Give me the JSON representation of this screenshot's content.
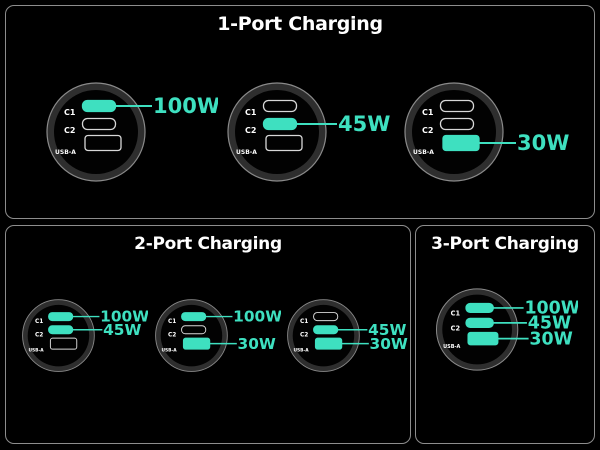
{
  "colors": {
    "accent": "#3ee0c0",
    "panel_border": "#8d8d8d",
    "port_outline": "#d8d8d8"
  },
  "panels": [
    {
      "title": "1-Port Charging",
      "chargers": [
        {
          "ports": [
            {
              "label": "C1",
              "active": true,
              "watt": "100W"
            },
            {
              "label": "C2",
              "active": false,
              "watt": ""
            },
            {
              "label": "USB-A",
              "active": false,
              "watt": ""
            }
          ]
        },
        {
          "ports": [
            {
              "label": "C1",
              "active": false,
              "watt": ""
            },
            {
              "label": "C2",
              "active": true,
              "watt": "45W"
            },
            {
              "label": "USB-A",
              "active": false,
              "watt": ""
            }
          ]
        },
        {
          "ports": [
            {
              "label": "C1",
              "active": false,
              "watt": ""
            },
            {
              "label": "C2",
              "active": false,
              "watt": ""
            },
            {
              "label": "USB-A",
              "active": true,
              "watt": "30W"
            }
          ]
        }
      ]
    },
    {
      "title": "2-Port Charging",
      "chargers": [
        {
          "ports": [
            {
              "label": "C1",
              "active": true,
              "watt": "100W"
            },
            {
              "label": "C2",
              "active": true,
              "watt": "45W"
            },
            {
              "label": "USB-A",
              "active": false,
              "watt": ""
            }
          ]
        },
        {
          "ports": [
            {
              "label": "C1",
              "active": true,
              "watt": "100W"
            },
            {
              "label": "C2",
              "active": false,
              "watt": ""
            },
            {
              "label": "USB-A",
              "active": true,
              "watt": "30W"
            }
          ]
        },
        {
          "ports": [
            {
              "label": "C1",
              "active": false,
              "watt": ""
            },
            {
              "label": "C2",
              "active": true,
              "watt": "45W"
            },
            {
              "label": "USB-A",
              "active": true,
              "watt": "30W"
            }
          ]
        }
      ]
    },
    {
      "title": "3-Port Charging",
      "chargers": [
        {
          "ports": [
            {
              "label": "C1",
              "active": true,
              "watt": "100W"
            },
            {
              "label": "C2",
              "active": true,
              "watt": "45W"
            },
            {
              "label": "USB-A",
              "active": true,
              "watt": "30W"
            }
          ]
        }
      ]
    }
  ]
}
